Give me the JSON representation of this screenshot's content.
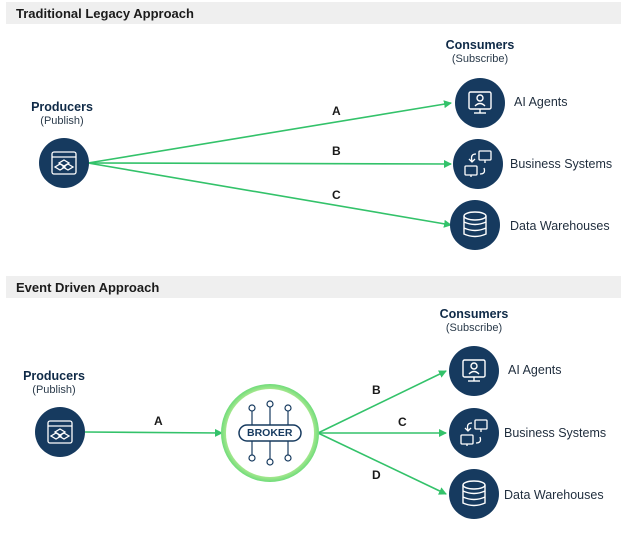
{
  "traditional": {
    "title": "Traditional Legacy Approach",
    "producers": {
      "title": "Producers",
      "sub": "(Publish)"
    },
    "consumers": {
      "title": "Consumers",
      "sub": "(Subscribe)"
    },
    "edges": [
      "A",
      "B",
      "C"
    ],
    "targets": [
      "AI Agents",
      "Business Systems",
      "Data Warehouses"
    ]
  },
  "event_driven": {
    "title": "Event Driven Approach",
    "producers": {
      "title": "Producers",
      "sub": "(Publish)"
    },
    "consumers": {
      "title": "Consumers",
      "sub": "(Subscribe)"
    },
    "broker_label": "BROKER",
    "edges": [
      "A",
      "B",
      "C",
      "D"
    ],
    "targets": [
      "AI Agents",
      "Business Systems",
      "Data Warehouses"
    ]
  },
  "colors": {
    "node": "#163a5f",
    "arrow": "#33c26a",
    "band": "#efefef"
  },
  "icons": [
    "browser-app-icon",
    "person-monitor-icon",
    "sync-monitors-icon",
    "database-icon",
    "broker-network-icon"
  ]
}
